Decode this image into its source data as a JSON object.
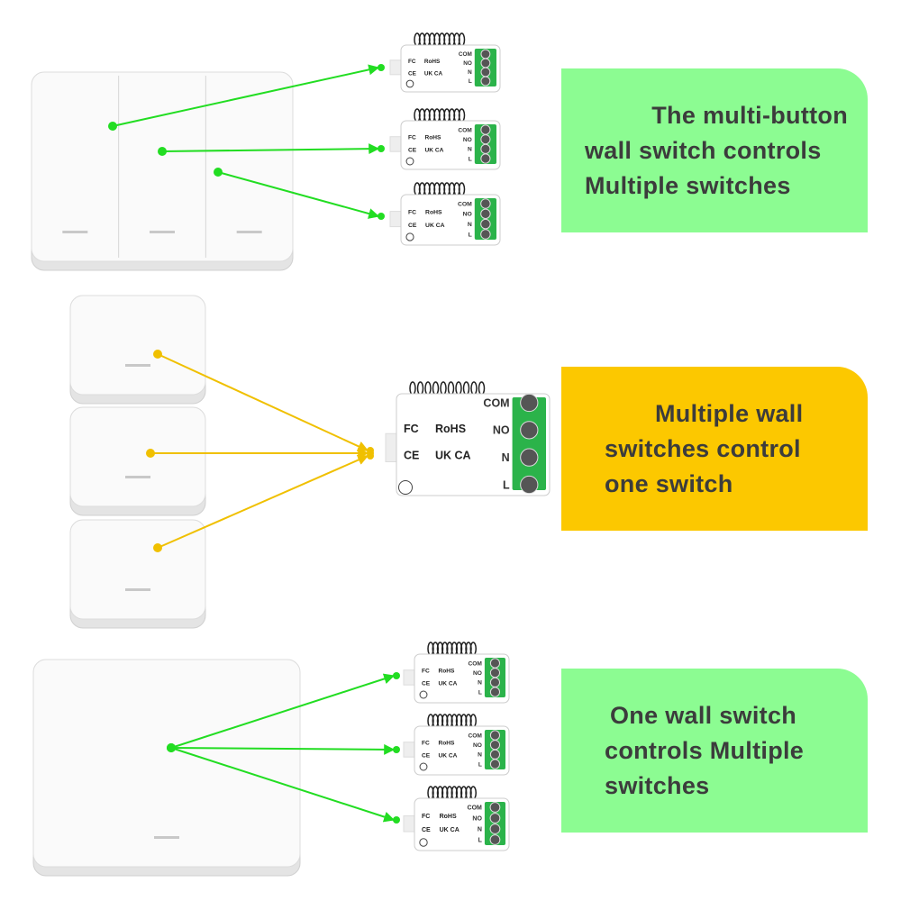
{
  "colors": {
    "green_panel": "#8cfc92",
    "yellow_panel": "#fcc800",
    "green_line": "#22dd22",
    "yellow_line": "#f0c000",
    "terminal": "#2bb34a"
  },
  "panels": [
    {
      "lines": [
        "The multi-button",
        "wall switch controls",
        "Multiple switches"
      ]
    },
    {
      "lines": [
        "Multiple wall",
        "switches control",
        "one switch"
      ]
    },
    {
      "lines": [
        "One wall switch",
        "controls Multiple",
        "switches"
      ]
    }
  ],
  "module": {
    "terminals": [
      "L",
      "N",
      "NO",
      "COM"
    ],
    "marks": [
      "FC",
      "CE",
      "UK CA",
      "RoHS"
    ]
  }
}
